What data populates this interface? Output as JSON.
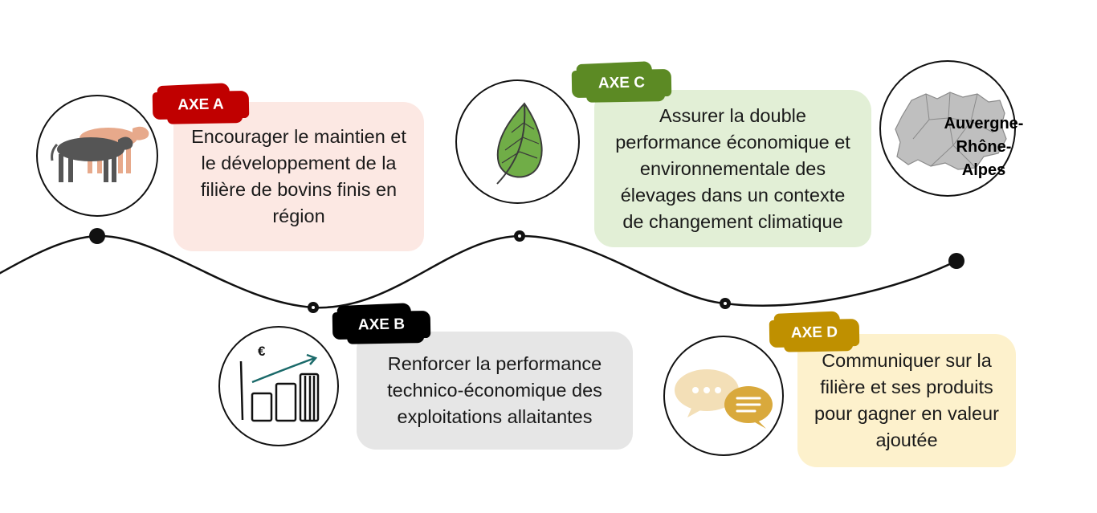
{
  "axes": [
    {
      "tag": "AXE A",
      "text": "Encourager le maintien et le développement de la filière de bovins finis en région",
      "tag_color": "#c00000",
      "card_color": "#fce8e3",
      "icon": "cattle-icon"
    },
    {
      "tag": "AXE B",
      "text": "Renforcer la performance technico-économique des exploitations allaitantes",
      "tag_color": "#000000",
      "card_color": "#e6e6e6",
      "icon": "bar-chart-euro-icon"
    },
    {
      "tag": "AXE C",
      "text": "Assurer la double performance économique et environnementale des élevages dans un contexte de changement climatique",
      "tag_color": "#5c8a24",
      "card_color": "#e2efd6",
      "icon": "leaf-icon"
    },
    {
      "tag": "AXE D",
      "text": "Communiquer sur la filière et ses produits pour gagner en valeur ajoutée",
      "tag_color": "#bf9000",
      "card_color": "#fdf1cc",
      "icon": "speech-bubbles-icon"
    }
  ],
  "region": {
    "label_lines": [
      "Auvergne-",
      "Rhône-",
      "Alpes"
    ],
    "icon": "region-map-icon"
  },
  "chart_icon": {
    "currency": "€"
  }
}
